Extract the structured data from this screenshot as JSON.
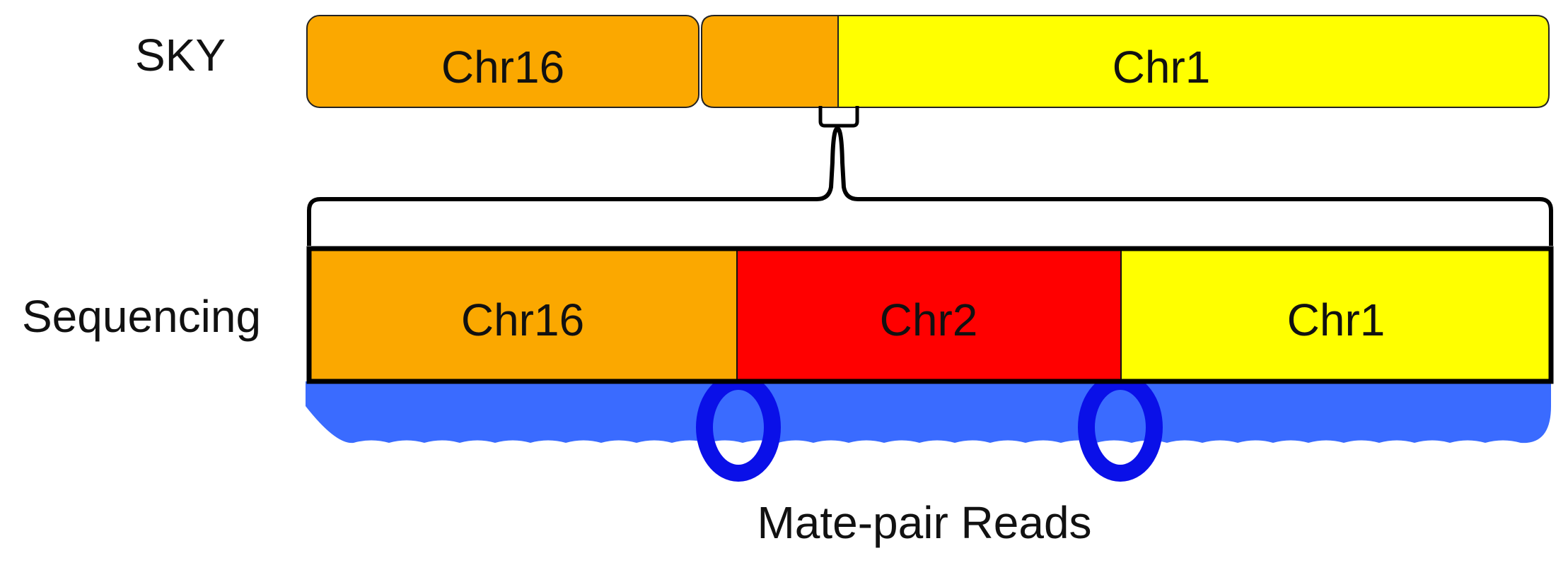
{
  "rows": {
    "sky": {
      "label": "SKY",
      "segments": [
        {
          "text": "Chr16",
          "color": "#FBA800"
        },
        {
          "text": "",
          "color": "#FBA800"
        },
        {
          "text": "Chr1",
          "color": "#FFFF00"
        }
      ]
    },
    "sequencing": {
      "label": "Sequencing",
      "segments": [
        {
          "text": "Chr16",
          "color": "#FBA800"
        },
        {
          "text": "Chr2",
          "color": "#FF0000"
        },
        {
          "text": "Chr1",
          "color": "#FFFF00"
        }
      ]
    }
  },
  "reads": {
    "label": "Mate-pair Reads",
    "read_color": "#3A6BFF",
    "loop_color": "#0A10E8"
  }
}
